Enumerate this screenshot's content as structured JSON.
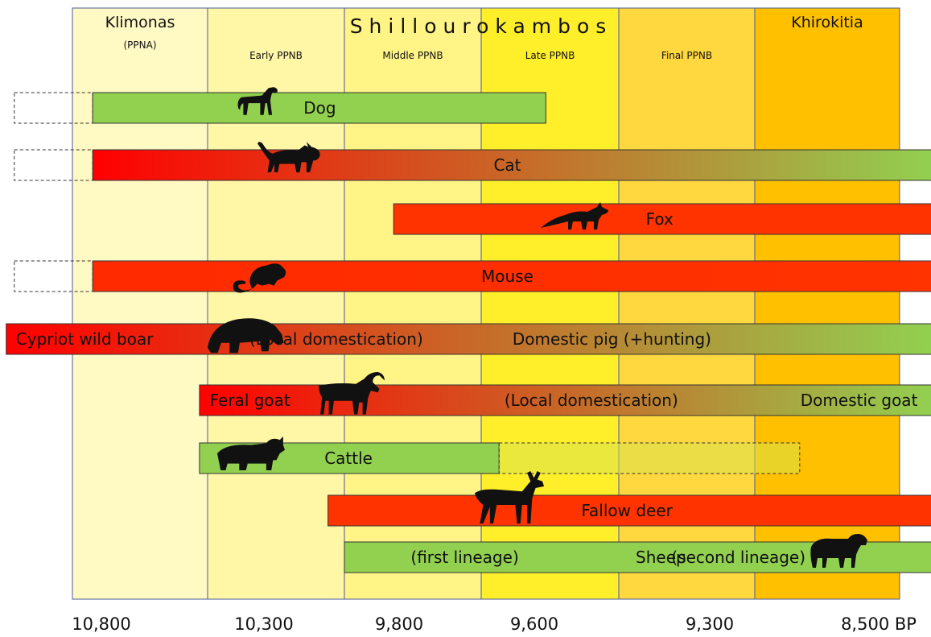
{
  "chart_data": {
    "type": "timeline",
    "periods": [
      {
        "name": "Klimonas",
        "sub": "(PPNA)",
        "color": "#fff9c4"
      },
      {
        "name": "",
        "sub": "Early PPNB",
        "color": "#fff6a6"
      },
      {
        "name": "",
        "sub": "Middle PPNB",
        "color": "#fff485"
      },
      {
        "name": "",
        "sub": "Late PPNB",
        "color": "#ffef2a"
      },
      {
        "name": "",
        "sub": "Final PPNB",
        "color": "#ffd73f"
      },
      {
        "name": "Khirokitia",
        "sub": "",
        "color": "#ffc000"
      }
    ],
    "site_label": "Shillourokambos",
    "x_ticks": [
      "10,800",
      "10,300",
      "9,800",
      "9,600",
      "9,300",
      "8,500 BP"
    ],
    "rows": [
      {
        "name": "Dog",
        "start": 0.15,
        "end": 3.47,
        "extended_from": -0.43,
        "colors": [
          "#92d050",
          "#92d050"
        ],
        "silhouette": "dog-silhouette",
        "labels": [
          {
            "text": "Dog",
            "at": 1.82
          }
        ]
      },
      {
        "name": "Cat",
        "start": 0.15,
        "end": 6.23,
        "extended_from": -0.43,
        "colors": [
          "#ff0000",
          "#92d050"
        ],
        "silhouette": "cat-silhouette",
        "labels": [
          {
            "text": "Cat",
            "at": 3.19
          }
        ]
      },
      {
        "name": "Fox",
        "start": 2.36,
        "end": 6.23,
        "colors": [
          "#ff3300",
          "#ff3300"
        ],
        "silhouette": "fox-silhouette",
        "labels": [
          {
            "text": "Fox",
            "at": 4.3
          }
        ]
      },
      {
        "name": "Mouse",
        "start": 0.15,
        "end": 6.23,
        "extended_from": -0.43,
        "colors": [
          "#ff2a00",
          "#ff3300"
        ],
        "silhouette": "mouse-silhouette",
        "labels": [
          {
            "text": "Mouse",
            "at": 3.19
          }
        ]
      },
      {
        "name": "Pig",
        "start": -0.49,
        "end": 6.23,
        "colors": [
          "#ff0000",
          "#92d050"
        ],
        "silhouette": "boar-silhouette",
        "labels": [
          {
            "text": "Cypriot wild boar",
            "at": 0.09
          },
          {
            "text": "(Local domestication)",
            "at": 1.94
          },
          {
            "text": "Domestic pig (+hunting)",
            "at": 3.95
          }
        ]
      },
      {
        "name": "Goat",
        "start": 0.94,
        "end": 6.23,
        "colors": [
          "#ff0000",
          "#92d050"
        ],
        "silhouette": "goat-silhouette",
        "labels": [
          {
            "text": "Feral goat",
            "at": 1.31
          },
          {
            "text": "(Local domestication)",
            "at": 3.8
          },
          {
            "text": "Domestic goat",
            "at": 5.72
          }
        ]
      },
      {
        "name": "Cattle",
        "start": 0.94,
        "end": 3.13,
        "extended_to": 5.31,
        "colors": [
          "#92d050",
          "#92d050"
        ],
        "silhouette": "cattle-silhouette",
        "labels": [
          {
            "text": "Cattle",
            "at": 2.03
          }
        ]
      },
      {
        "name": "Fallow deer",
        "start": 1.88,
        "end": 6.23,
        "colors": [
          "#ff3300",
          "#ff3300"
        ],
        "silhouette": "deer-silhouette",
        "labels": [
          {
            "text": "Fallow deer",
            "at": 4.06
          }
        ]
      },
      {
        "name": "Sheep",
        "start": 2.0,
        "end": 6.23,
        "colors": [
          "#92d050",
          "#92d050"
        ],
        "silhouette": "sheep-silhouette",
        "labels": [
          {
            "text": "(first lineage)",
            "at": 2.88
          },
          {
            "text": "Sheep",
            "at": 4.31
          },
          {
            "text": "(second lineage)",
            "at": 4.88
          }
        ]
      }
    ]
  }
}
